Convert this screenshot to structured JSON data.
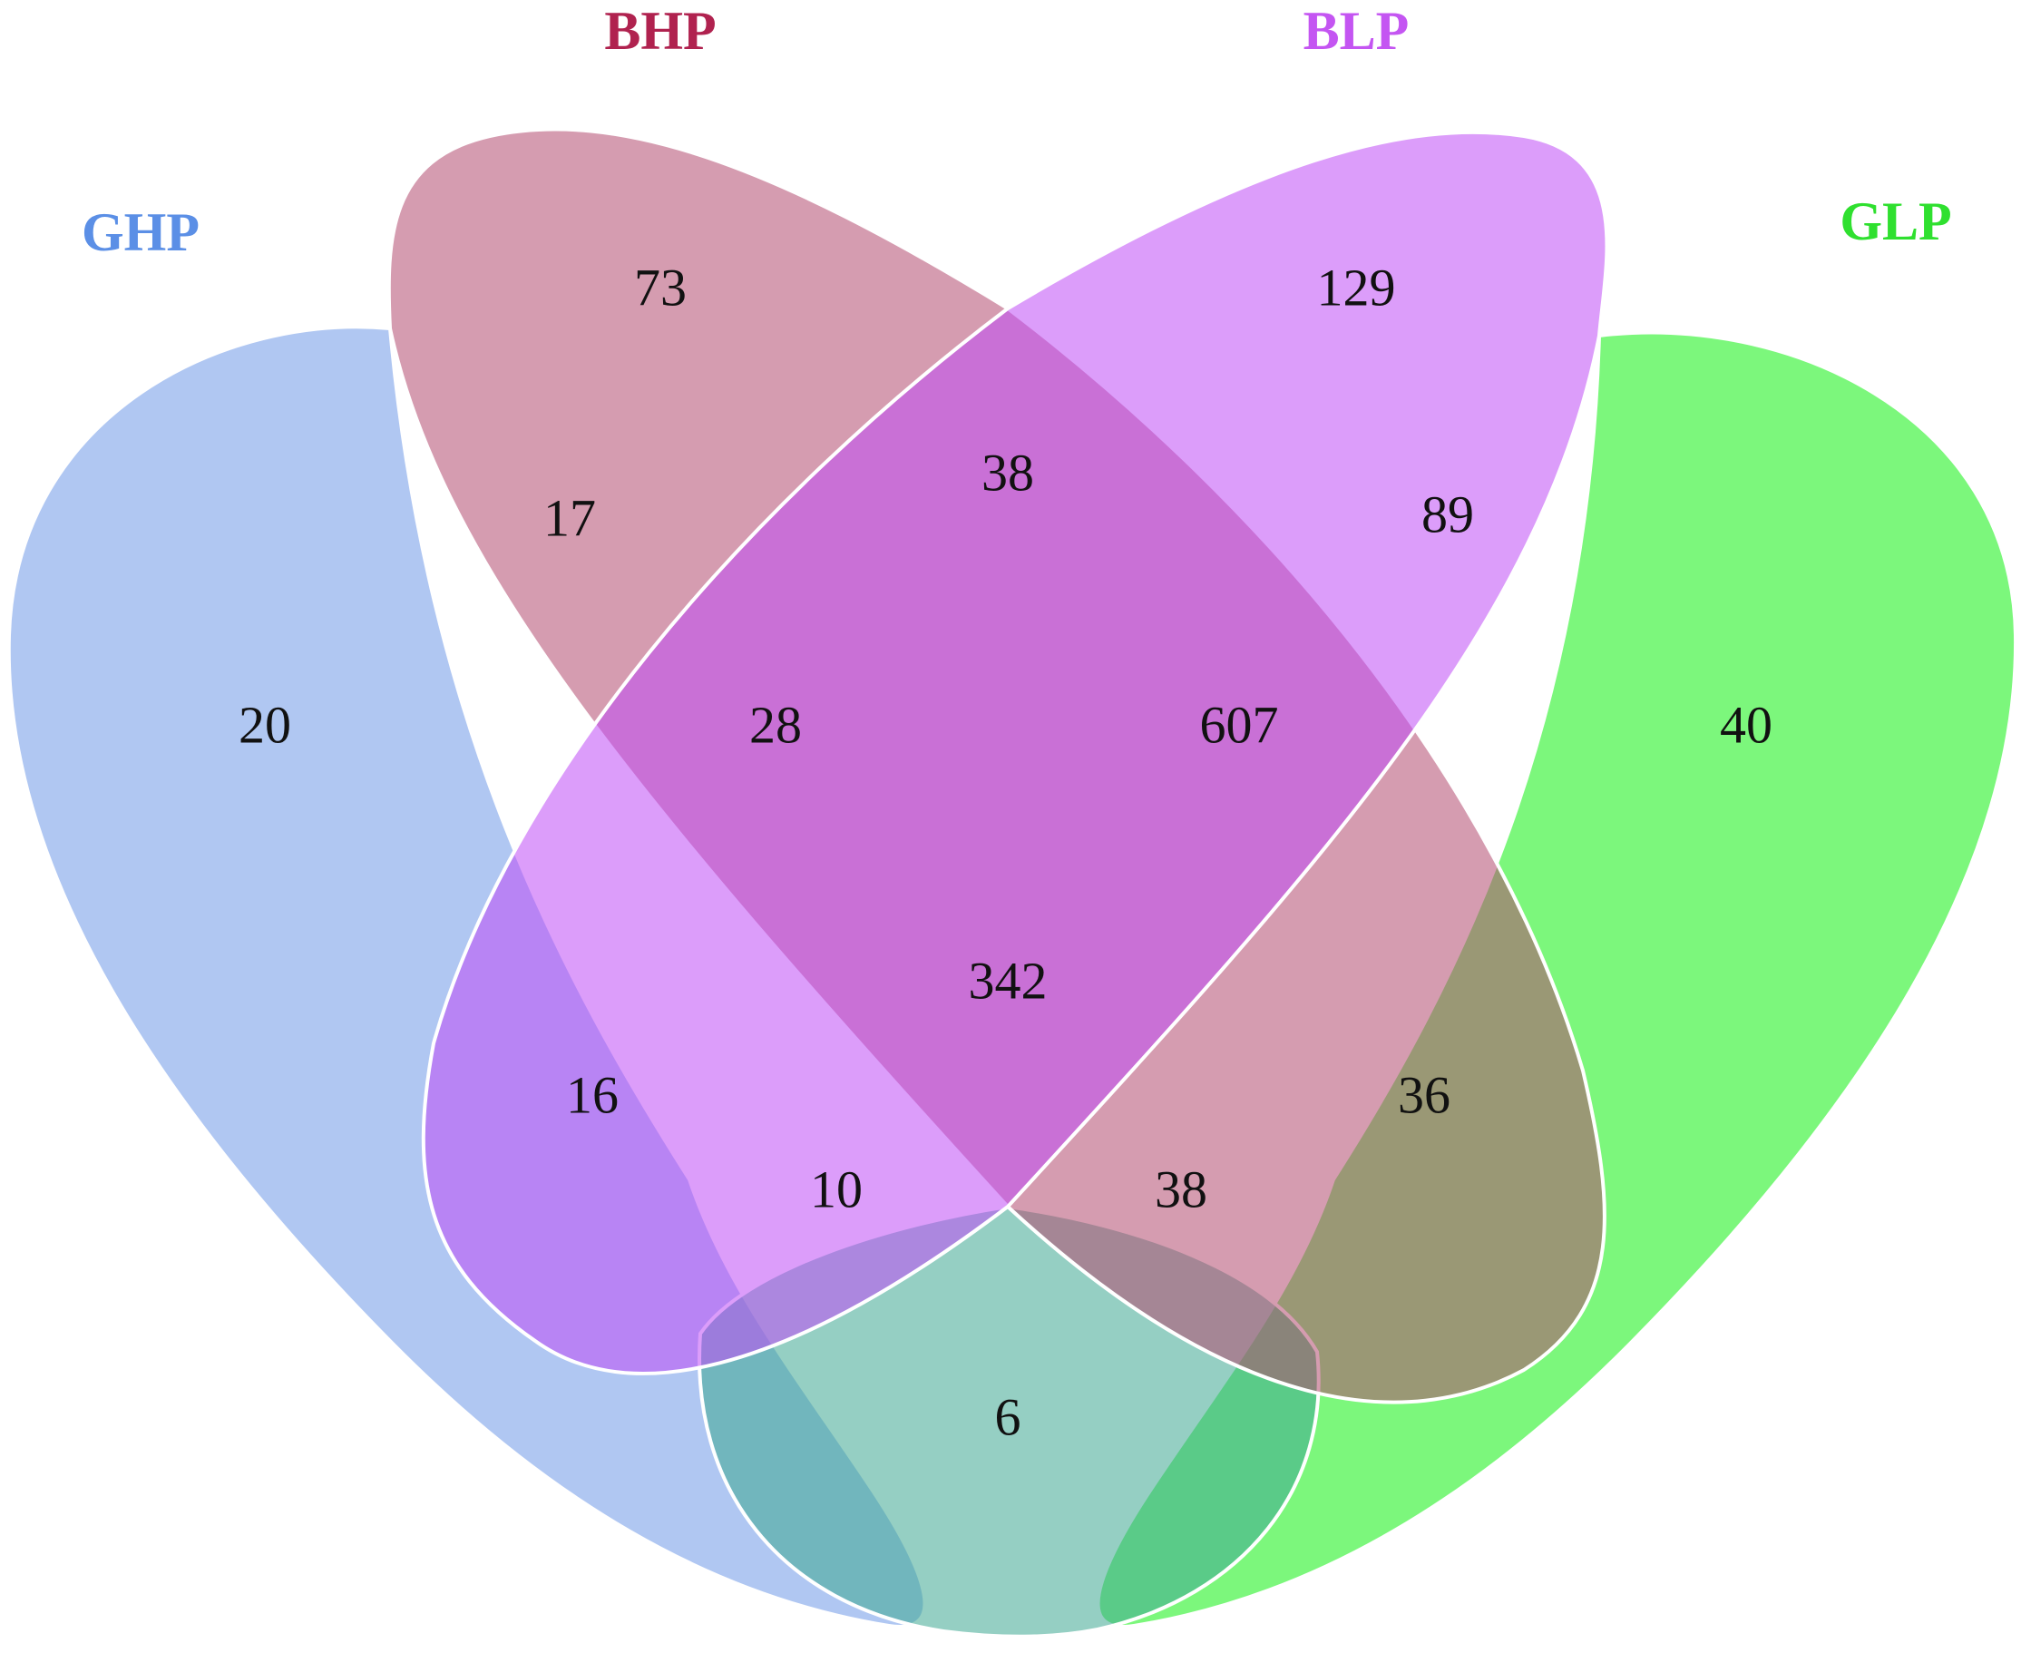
{
  "diagram": {
    "type": "venn-4",
    "sets": [
      {
        "id": "GHP",
        "label": "GHP",
        "label_color": "#5b8fe6",
        "fill": "#6f99e8"
      },
      {
        "id": "BHP",
        "label": "BHP",
        "label_color": "#b0224f",
        "fill": "#b34a70"
      },
      {
        "id": "BLP",
        "label": "BLP",
        "label_color": "#c455f2",
        "fill": "#c04cf5"
      },
      {
        "id": "GLP",
        "label": "GLP",
        "label_color": "#2fe02f",
        "fill": "#11f011"
      }
    ],
    "regions": [
      {
        "sets": [
          "GHP"
        ],
        "count": "20"
      },
      {
        "sets": [
          "BHP"
        ],
        "count": "73"
      },
      {
        "sets": [
          "BLP"
        ],
        "count": "129"
      },
      {
        "sets": [
          "GLP"
        ],
        "count": "40"
      },
      {
        "sets": [
          "GHP",
          "BHP"
        ],
        "count": "17"
      },
      {
        "sets": [
          "BHP",
          "BLP"
        ],
        "count": "38"
      },
      {
        "sets": [
          "BLP",
          "GLP"
        ],
        "count": "89"
      },
      {
        "sets": [
          "GHP",
          "BHP",
          "BLP"
        ],
        "count": "28"
      },
      {
        "sets": [
          "BHP",
          "BLP",
          "GLP"
        ],
        "count": "607"
      },
      {
        "sets": [
          "GHP",
          "BHP",
          "BLP",
          "GLP"
        ],
        "count": "342"
      },
      {
        "sets": [
          "GHP",
          "BLP"
        ],
        "count": "16"
      },
      {
        "sets": [
          "BHP",
          "GLP"
        ],
        "count": "36"
      },
      {
        "sets": [
          "GHP",
          "BLP",
          "GLP"
        ],
        "count": "10"
      },
      {
        "sets": [
          "GHP",
          "BHP",
          "GLP"
        ],
        "count": "38"
      },
      {
        "sets": [
          "GHP",
          "GLP"
        ],
        "count": "6"
      }
    ]
  }
}
